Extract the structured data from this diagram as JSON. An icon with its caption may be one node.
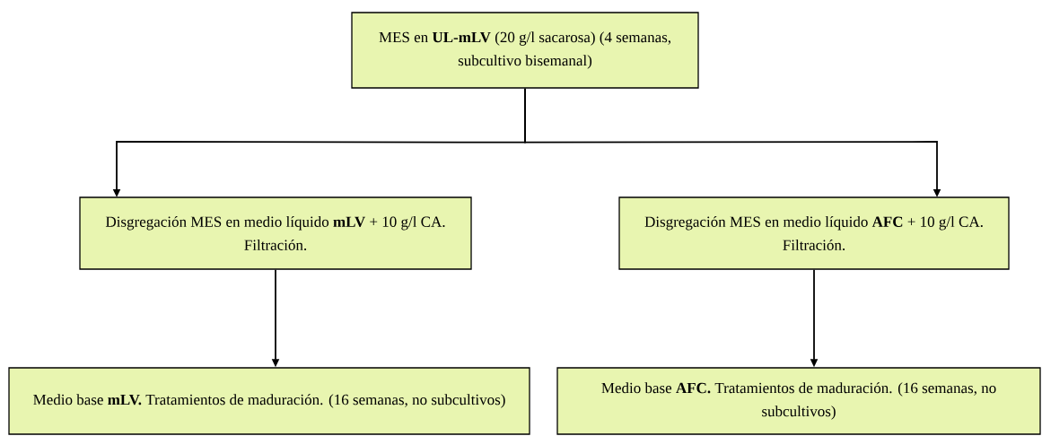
{
  "diagram": {
    "nodes": [
      {
        "text": [
          "MES en **UL-mLV** (20 g/l sacarosa) (4 semanas, subcultivo bisemanal)"
        ]
      },
      {
        "text": [
          "Disgregación MES en medio líquido **mLV** + 10 g/l CA. Filtración."
        ]
      },
      {
        "text": [
          "Disgregación MES en medio líquido **AFC** + 10 g/l CA. Filtración."
        ]
      },
      {
        "text": [
          "Medio base **mLV.** Tratamientos de maduración. (16 semanas, no subcultivos)"
        ]
      },
      {
        "text": [
          "Medio base **AFC.** Tratamientos de maduración. (16 semanas, no subcultivos)"
        ]
      }
    ],
    "edges": [
      {
        "from": 0,
        "to": 1,
        "arrow": "to"
      },
      {
        "from": 0,
        "to": 2,
        "arrow": "to"
      },
      {
        "from": 1,
        "to": 3,
        "arrow": "to"
      },
      {
        "from": 2,
        "to": 4,
        "arrow": "to"
      }
    ]
  }
}
